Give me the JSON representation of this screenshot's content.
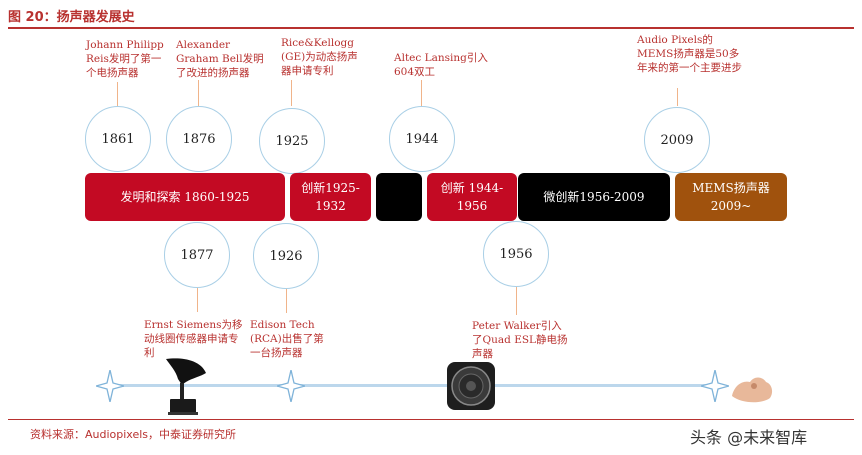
{
  "title": "图 20：扬声器发展史",
  "source": "资料来源：Audiopixels，中泰证券研究所",
  "watermark": "头条 @未来智库",
  "colors": {
    "accent": "#b8312f",
    "bar_red": "#c30a23",
    "bar_black": "#000000",
    "bar_brown": "#a0520d",
    "circle_border": "#a9cfe6"
  },
  "top_events": [
    {
      "year": "1861",
      "note": "Johann Philipp Reis发明了第一个电扬声器"
    },
    {
      "year": "1876",
      "note": "Alexander Graham Bell发明了改进的扬声器"
    },
    {
      "year": "1925",
      "note": "Rice&Kellogg (GE)为动态扬声器申请专利"
    },
    {
      "year": "1944",
      "note": "Altec Lansing引入604双工"
    },
    {
      "year": "2009",
      "note": "Audio Pixels的MEMS扬声器是50多年来的第一个主要进步"
    }
  ],
  "bottom_events": [
    {
      "year": "1877",
      "note": "Ernst Siemens为移动线圈传感器申请专利"
    },
    {
      "year": "1926",
      "note": "Edison Tech (RCA)出售了第一台扬声器"
    },
    {
      "year": "1956",
      "note": "Peter Walker引入了Quad ESL静电扬声器"
    }
  ],
  "phases": [
    {
      "label": "发明和探索 1860-1925"
    },
    {
      "label": "创新1925-1932"
    },
    {
      "label": ""
    },
    {
      "label": "创新 1944-1956"
    },
    {
      "label": "微创新1956-2009"
    },
    {
      "label": "MEMS扬声器 2009~"
    }
  ],
  "icons": [
    "gramophone-icon",
    "speaker-icon",
    "hand-icon",
    "sparkle-icon"
  ]
}
